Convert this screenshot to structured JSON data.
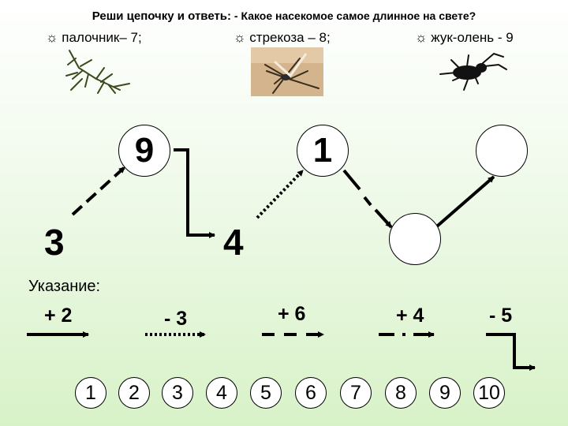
{
  "header": {
    "title_prefix": "Реши цепочку и ответь:",
    "title_question": " - Какое насекомое самое длинное на свете?"
  },
  "options": [
    {
      "label": "☼ палочник– 7;",
      "icon": "stick-insect-image"
    },
    {
      "label": "☼ стрекоза – 8;",
      "icon": "dragonfly-image"
    },
    {
      "label": "☼ жук-олень - 9",
      "icon": "stag-beetle-image"
    }
  ],
  "chain": {
    "start": "3",
    "node1": "9",
    "node2": "4",
    "node3": "1",
    "node4": "",
    "node5": ""
  },
  "legend": {
    "heading": "Указание:",
    "ops": [
      "+ 2",
      "- 3",
      "+ 6",
      "+ 4",
      "- 5"
    ]
  },
  "answers": [
    "1",
    "2",
    "3",
    "4",
    "5",
    "6",
    "7",
    "8",
    "9",
    "10"
  ],
  "colors": {
    "line": "#000000",
    "background_bottom": "#d8f2c8"
  }
}
